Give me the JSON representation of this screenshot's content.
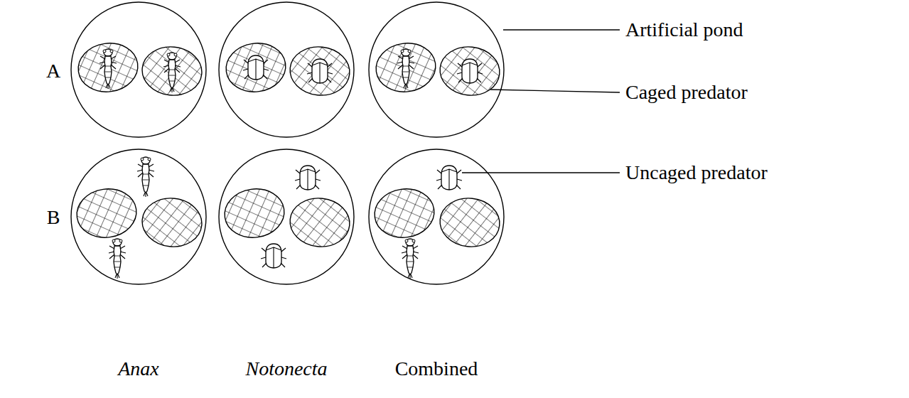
{
  "diagram": {
    "labels": [
      "Artificial pond",
      "A",
      "Caged predator",
      "B",
      "Uncaged predator",
      "Anax",
      "Notonecta",
      "Combined"
    ]
  }
}
